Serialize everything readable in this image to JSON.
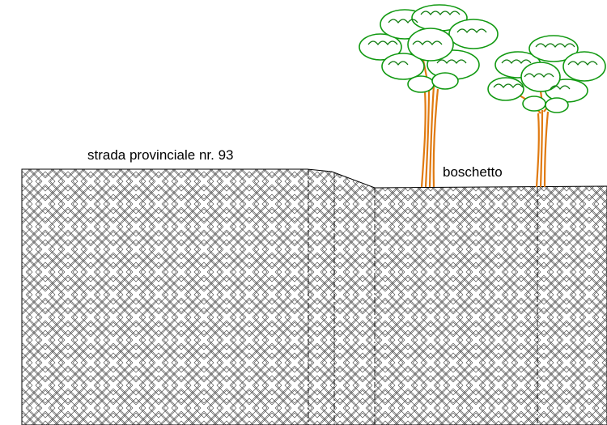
{
  "labels": {
    "road": "strada provinciale nr. 93",
    "grove": "boschetto"
  },
  "colors": {
    "background": "#ffffff",
    "outline": "#000000",
    "hatch": "#555555",
    "foliage": "#119911",
    "foliage_dark": "#0b7a0b",
    "trunk": "#e07a10"
  },
  "icons": {
    "tree": "tree-icon",
    "hatch": "crosshatch-pattern"
  }
}
